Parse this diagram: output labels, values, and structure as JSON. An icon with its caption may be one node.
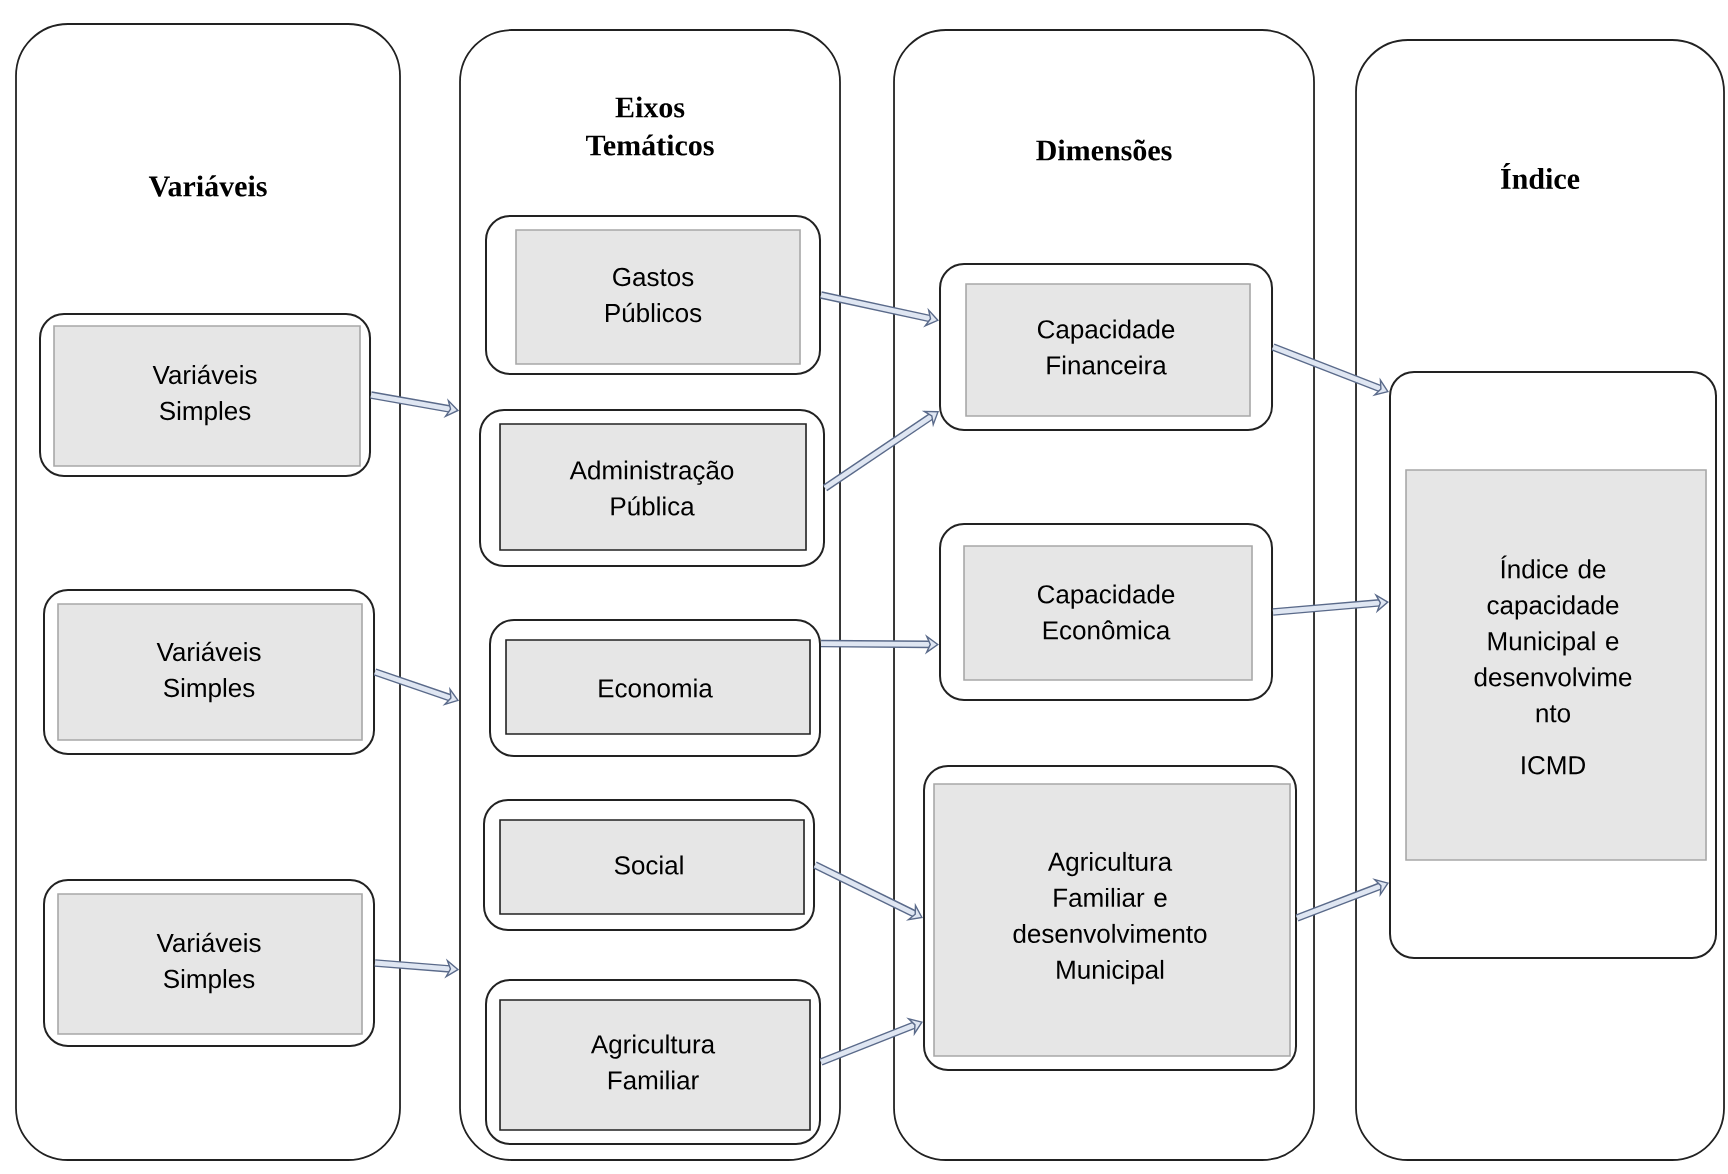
{
  "diagram": {
    "nodes": [
      {
        "text": [
          "Variáveis"
        ]
      },
      {
        "text": [
          "Variáveis Simples"
        ],
        "in": 0
      },
      {
        "text": [
          "Variáveis Simples"
        ],
        "in": 0
      },
      {
        "text": [
          "Variáveis Simples"
        ],
        "in": 0
      },
      {
        "text": [
          "Eixos Temáticos"
        ]
      },
      {
        "text": [
          "Gastos Públicos"
        ],
        "in": 4
      },
      {
        "text": [
          "Administração Pública"
        ],
        "in": 4
      },
      {
        "text": [
          "Economia"
        ],
        "in": 4
      },
      {
        "text": [
          "Social"
        ],
        "in": 4
      },
      {
        "text": [
          "Agricultura Familiar"
        ],
        "in": 4
      },
      {
        "text": [
          "Dimensões"
        ]
      },
      {
        "text": [
          "Capacidade Financeira"
        ],
        "in": 10
      },
      {
        "text": [
          "Capacidade Econômica"
        ],
        "in": 10
      },
      {
        "text": [
          "Agricultura Familiar e desenvolvimento Municipal"
        ],
        "in": 10
      },
      {
        "text": [
          "Índice"
        ]
      },
      {
        "text": [
          "Índice de capacidade Municipal e desenvolvime nto",
          "ICMD"
        ],
        "in": 14
      }
    ],
    "edges": [
      {
        "from": 1,
        "to": 4,
        "arrow": "to"
      },
      {
        "from": 2,
        "to": 4,
        "arrow": "to"
      },
      {
        "from": 3,
        "to": 4,
        "arrow": "to"
      },
      {
        "from": 5,
        "to": 11,
        "arrow": "to"
      },
      {
        "from": 6,
        "to": 11,
        "arrow": "to"
      },
      {
        "from": 7,
        "to": 12,
        "arrow": "to"
      },
      {
        "from": 8,
        "to": 13,
        "arrow": "to"
      },
      {
        "from": 9,
        "to": 13,
        "arrow": "to"
      },
      {
        "from": 11,
        "to": 15,
        "arrow": "to"
      },
      {
        "from": 12,
        "to": 15,
        "arrow": "to"
      },
      {
        "from": 13,
        "to": 15,
        "arrow": "to"
      }
    ]
  }
}
